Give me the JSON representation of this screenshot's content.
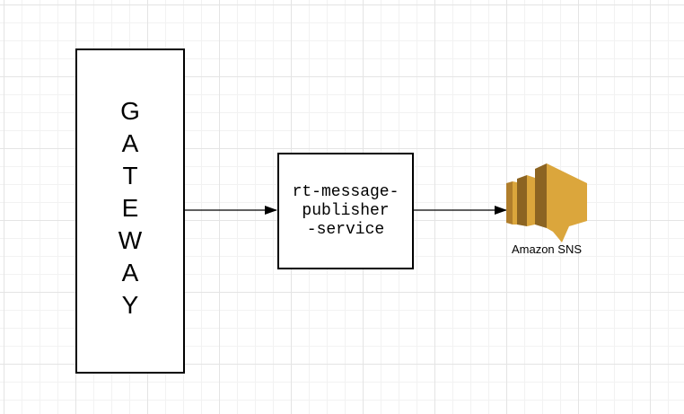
{
  "gateway": {
    "letters": [
      "G",
      "A",
      "T",
      "E",
      "W",
      "A",
      "Y"
    ]
  },
  "service": {
    "lines": [
      "rt-message-",
      "publisher",
      "-service"
    ]
  },
  "sns": {
    "label": "Amazon SNS",
    "icon": "amazon-sns-icon",
    "colors": {
      "light": "#dba63c",
      "dark": "#8c6422",
      "mid": "#b07e2c"
    }
  },
  "connectors": [
    {
      "from": "gateway",
      "to": "rt-message-publisher-service"
    },
    {
      "from": "rt-message-publisher-service",
      "to": "amazon-sns"
    }
  ]
}
